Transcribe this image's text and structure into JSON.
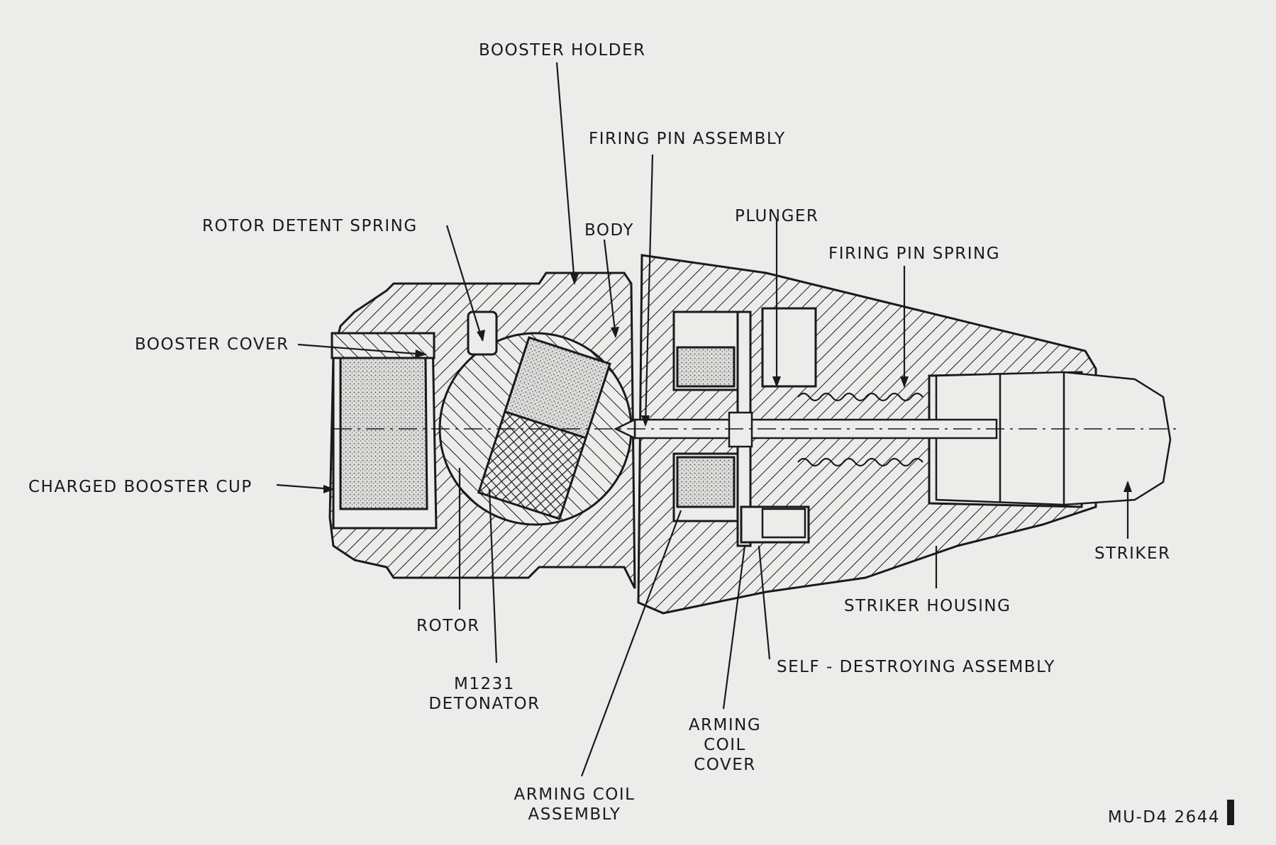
{
  "figure_id": "MU-D4 2644",
  "labels": {
    "booster_holder": "BOOSTER HOLDER",
    "firing_pin_assembly": "FIRING PIN ASSEMBLY",
    "rotor_detent_spring": "ROTOR DETENT SPRING",
    "body": "BODY",
    "plunger": "PLUNGER",
    "firing_pin_spring": "FIRING PIN SPRING",
    "booster_cover": "BOOSTER COVER",
    "charged_booster_cup": "CHARGED BOOSTER CUP",
    "striker": "STRIKER",
    "striker_housing": "STRIKER HOUSING",
    "rotor": "ROTOR",
    "self_destroying_assembly": "SELF - DESTROYING ASSEMBLY",
    "m1231_detonator_line1": "M1231",
    "m1231_detonator_line2": "DETONATOR",
    "arming_coil_cover_line1": "ARMING",
    "arming_coil_cover_line2": "COIL",
    "arming_coil_cover_line3": "COVER",
    "arming_coil_assembly_line1": "ARMING COIL",
    "arming_coil_assembly_line2": "ASSEMBLY"
  }
}
